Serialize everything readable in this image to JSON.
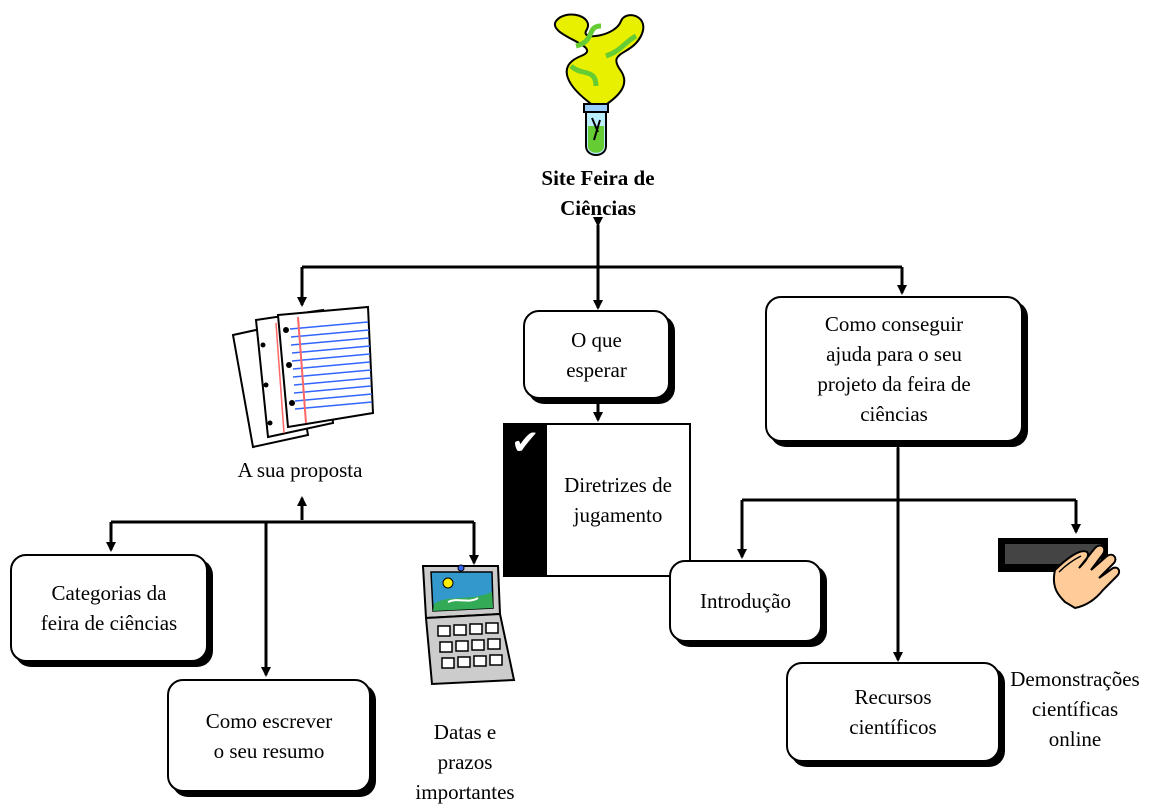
{
  "root": {
    "title_line1": "Site Feira de",
    "title_line2": "Ciências"
  },
  "nodes": {
    "o_que_esperar": {
      "line1": "O que",
      "line2": "esperar"
    },
    "como_ajuda": {
      "line1": "Como conseguir",
      "line2": "ajuda para o seu",
      "line3": "projeto da feira de",
      "line4": "ciências"
    },
    "diretrizes": {
      "line1": "Diretrizes de",
      "line2": "jugamento"
    },
    "proposta": {
      "label": "A sua proposta"
    },
    "categorias": {
      "line1": "Categorias da",
      "line2": "feira de ciências"
    },
    "resumo": {
      "line1": "Como escrever",
      "line2": "o seu resumo"
    },
    "datas": {
      "line1": "Datas e",
      "line2": "prazos",
      "line3": "importantes"
    },
    "introducao": {
      "label": "Introdução"
    },
    "recursos": {
      "line1": "Recursos",
      "line2": "científicos"
    },
    "demonstracoes": {
      "line1": "Demonstrações",
      "line2": "científicas",
      "line3": "online"
    }
  },
  "icons": {
    "root": "chemistry-test-tube-icon",
    "proposta": "lined-paper-pages-icon",
    "datas": "handheld-calendar-device-icon",
    "demonstracoes": "hand-pressing-button-icon",
    "diretrizes": "checkmark-icon"
  },
  "colors": {
    "line": "#000000",
    "smoke_yellow": "#e8f000",
    "smoke_green": "#66cc33",
    "page_lines": "#3366ff",
    "page_margin": "#ff6666",
    "skin": "#ffcc99",
    "device_gray": "#cccccc",
    "screen_blue": "#3399cc"
  }
}
